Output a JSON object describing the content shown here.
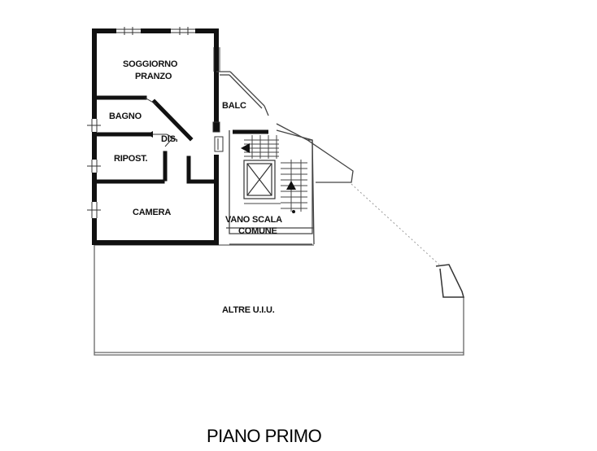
{
  "floor_title": "PIANO PRIMO",
  "rooms": {
    "living_dining_1": "SOGGIORNO",
    "living_dining_2": "PRANZO",
    "bathroom": "BAGNO",
    "hallway": "DIS.",
    "storage": "RIPOST.",
    "bedroom": "CAMERA",
    "balcony": "BALC",
    "stairwell_1": "VANO SCALA",
    "stairwell_2": "COMUNE",
    "other_units": "ALTRE U.I.U."
  },
  "colors": {
    "wall": "#111111",
    "thin_line": "#555555",
    "faint_line": "#9a9a9a",
    "background": "#ffffff"
  }
}
